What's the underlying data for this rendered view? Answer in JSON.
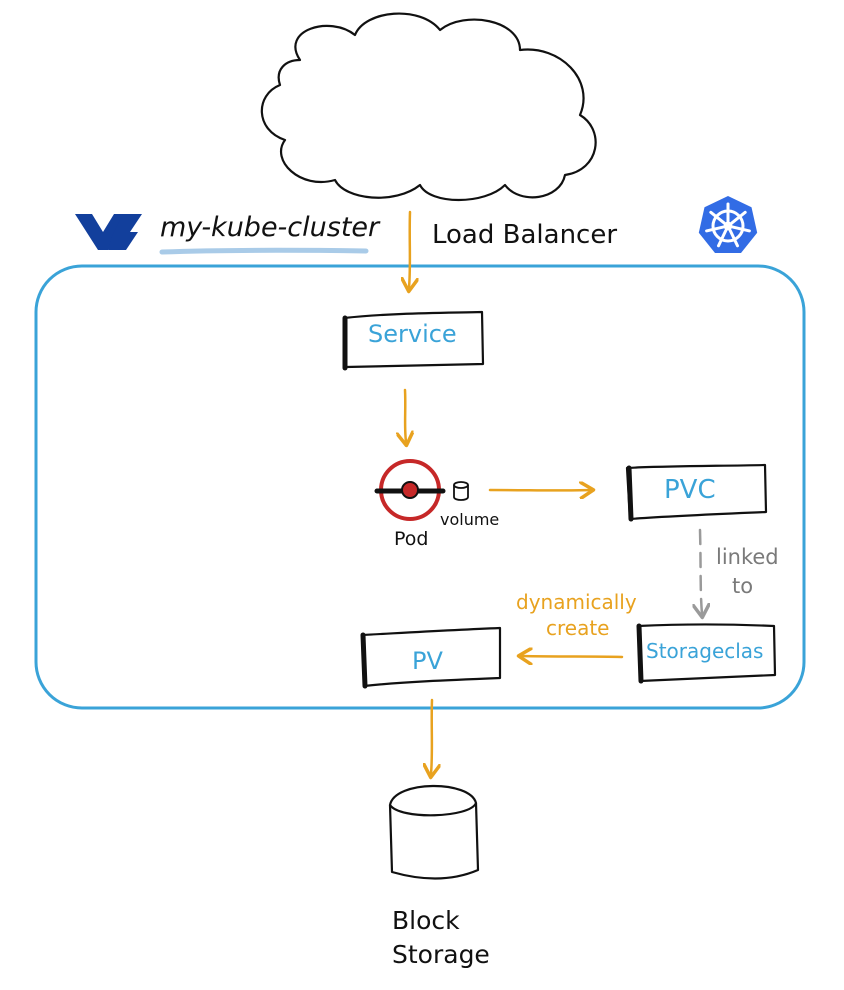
{
  "cluster": {
    "name": "my-kube-cluster"
  },
  "ingress": {
    "label": "Load Balancer"
  },
  "nodes": {
    "service": "Service",
    "pod": "Pod",
    "volume": "volume",
    "pvc": "PVC",
    "storageclass": "Storageclas",
    "pv": "PV",
    "block_storage_line1": "Block",
    "block_storage_line2": "Storage"
  },
  "edges": {
    "linked_line1": "linked",
    "linked_line2": "to",
    "dynamic_line1": "dynamically",
    "dynamic_line2": "create"
  },
  "colors": {
    "cluster_border": "#3aa3d8",
    "arrow": "#e8a21f",
    "dashed_arrow": "#9a9a9a",
    "pod_ring": "#c62828",
    "ovh_logo": "#123f9c",
    "kubernetes_logo": "#326ce5",
    "text_blue": "#3aa3d8",
    "underline": "#a9cbe8"
  },
  "icons": {
    "provider_logo": "ovh-logo-icon",
    "orchestrator_logo": "kubernetes-logo-icon",
    "cloud": "cloud-icon",
    "pod": "pod-icon",
    "volume": "volume-icon",
    "storage": "cylinder-icon"
  }
}
